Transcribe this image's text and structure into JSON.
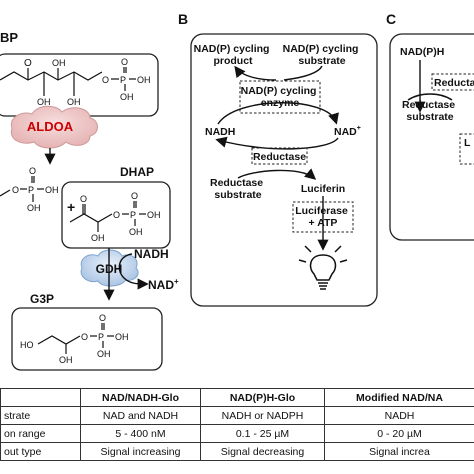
{
  "panel_a": {
    "fbp_label": "BP",
    "aldoa": "ALDOA",
    "dhap": "DHAP",
    "plus": "+",
    "gdh": "GDH",
    "nadh": "NADH",
    "nad_plus": "NAD",
    "plus_sup": "+",
    "g3p": "G3P",
    "atoms": {
      "O": "O",
      "OH": "OH",
      "HO": "HO",
      "P": "P"
    }
  },
  "panel_b": {
    "letter": "B",
    "product": "NAD(P) cycling\nproduct",
    "substrate": "NAD(P) cycling\nsubstrate",
    "enzyme": "NAD(P) cycling\nenzyme",
    "nadh": "NADH",
    "nad": "NAD",
    "nad_sup": "+",
    "reductase": "Reductase",
    "red_substrate": "Reductase\nsubstrate",
    "luciferin": "Luciferin",
    "luciferase": "Luciferase\n+ ATP"
  },
  "panel_c": {
    "letter": "C",
    "nadph": "NAD(P)H",
    "reduct": "Reducta",
    "red_substrate": "Reductase\nsubstrate",
    "lu": "L"
  },
  "table": {
    "headers": [
      "",
      "NAD/NADH-Glo",
      "NAD(P)H-Glo",
      "Modified NAD/NA"
    ],
    "rows": [
      [
        "strate",
        "NAD and NADH",
        "NADH or NADPH",
        "NADH"
      ],
      [
        "on range",
        "5 - 400 nM",
        "0.1 - 25 µM",
        "0 - 20 µM"
      ],
      [
        "out type",
        "Signal increasing",
        "Signal decreasing",
        "Signal increa"
      ]
    ]
  }
}
